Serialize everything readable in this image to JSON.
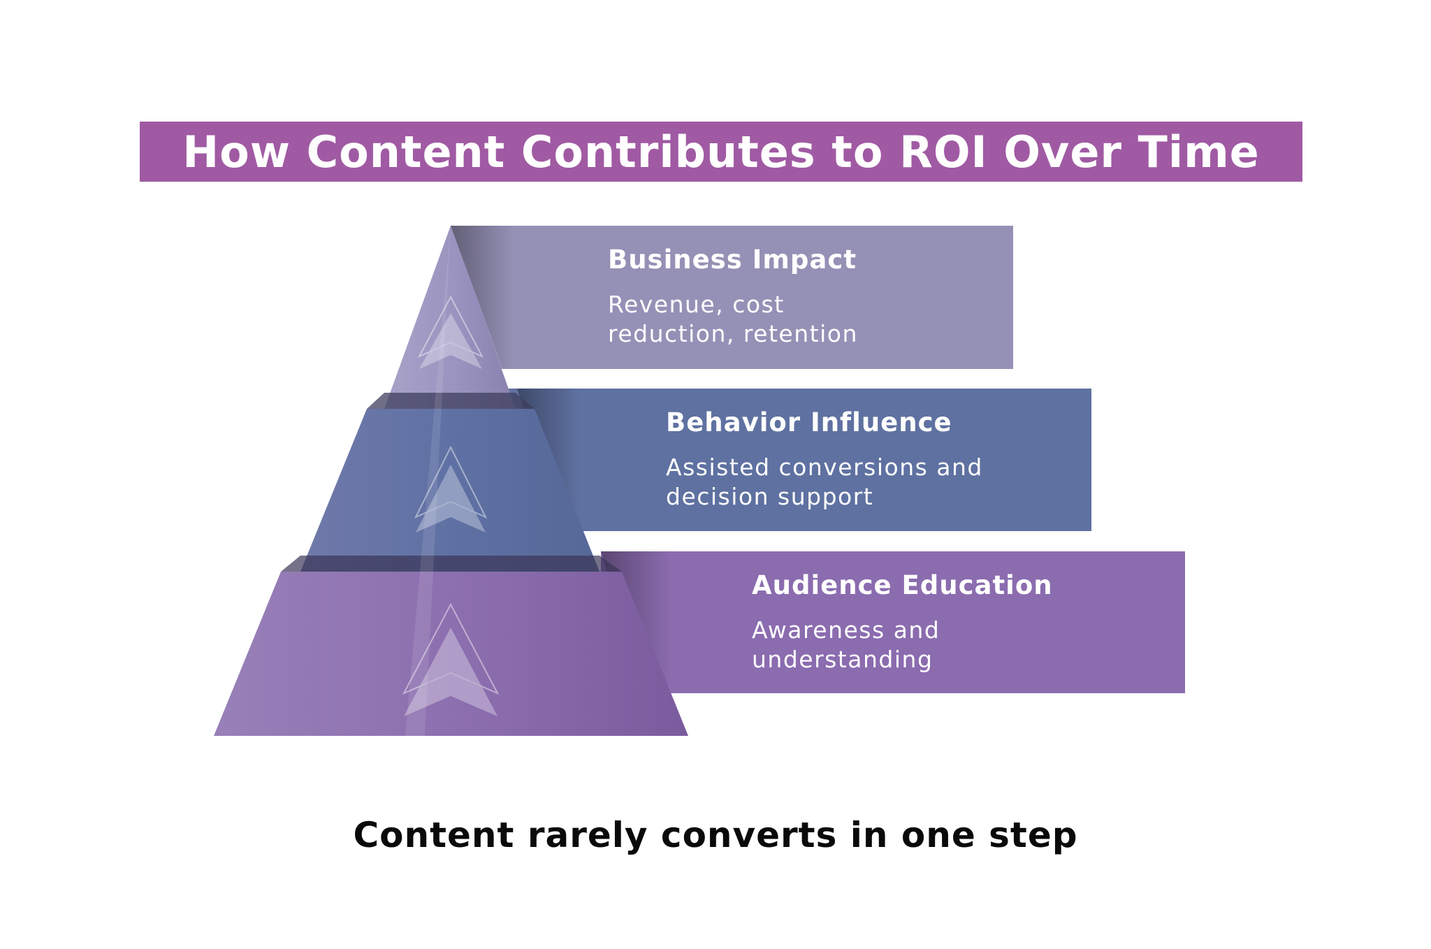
{
  "title": "How Content Contributes to ROI Over Time",
  "subtitle": "Content rarely converts in one step",
  "colors": {
    "title_bg": "#a05aa3",
    "top_band": "#9591b6",
    "middle_band": "#5f71a1",
    "bottom_band": "#8b6caf",
    "footer_text": "#0a0a0a"
  },
  "levels": [
    {
      "title": "Business Impact",
      "description": "Revenue, cost reduction, retention"
    },
    {
      "title": "Behavior Influence",
      "description": "Assisted conversions and decision support"
    },
    {
      "title": "Audience Education",
      "description": "Awareness and understanding"
    }
  ],
  "icons": [
    "up-arrow-icon",
    "up-arrow-icon",
    "up-arrow-icon"
  ]
}
